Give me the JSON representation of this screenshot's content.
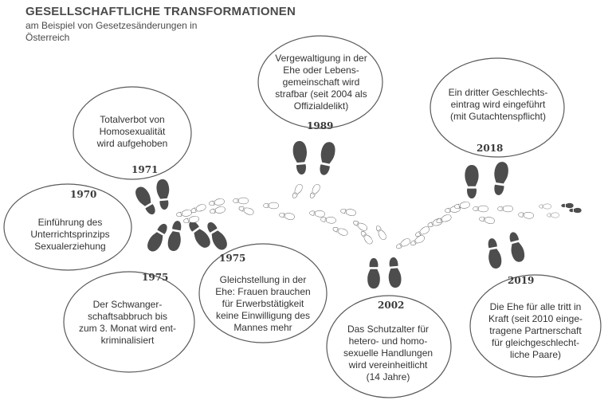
{
  "header": {
    "title": "GESELLSCHAFTLICHE TRANSFORMATIONEN",
    "subtitle": "am Beispiel von Gesetzesänderungen in Österreich"
  },
  "events": [
    {
      "year": "1970",
      "lines": [
        "Einführung des",
        "Unterrichtsprinzips",
        "Sexualerziehung"
      ]
    },
    {
      "year": "1971",
      "lines": [
        "Totalverbot von",
        "Homosexualität",
        "wird aufgehoben"
      ]
    },
    {
      "year": "1975",
      "lines": [
        "Der Schwanger-",
        "schaftsabbruch bis",
        "zum 3. Monat wird ent-",
        "kriminalisiert"
      ]
    },
    {
      "year": "1975",
      "lines": [
        "Gleichstellung in der",
        "Ehe: Frauen brauchen",
        "für Erwerbstätigkeit",
        "keine Einwilligung des",
        "Mannes mehr"
      ]
    },
    {
      "year": "1989",
      "lines": [
        "Vergewaltigung in der",
        "Ehe oder Lebens-",
        "gemeinschaft wird",
        "strafbar (seit 2004 als",
        "Offizialdelikt)"
      ]
    },
    {
      "year": "2002",
      "lines": [
        "Das Schutzalter für",
        "hetero- und homo-",
        "sexuelle Handlungen",
        "wird vereinheitlicht",
        "(14 Jahre)"
      ]
    },
    {
      "year": "2018",
      "lines": [
        "Ein dritter Geschlechts-",
        "eintrag wird eingeführt",
        "(mit Gutachtenspflicht)"
      ]
    },
    {
      "year": "2019",
      "lines": [
        "Die Ehe für alle tritt in",
        "Kraft (seit 2010 einge-",
        "tragene Partnerschaft",
        "für gleichgeschlecht-",
        "liche Paare)"
      ]
    }
  ],
  "colors": {
    "dark_footprint": "#4d4d4d",
    "outline": "#5a5a5a",
    "text": "#333333"
  }
}
